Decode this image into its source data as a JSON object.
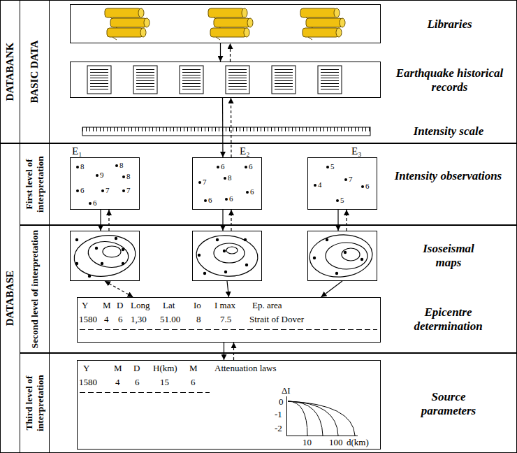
{
  "diagram": {
    "nodes": [
      {
        "text": [
          "DATABANK"
        ]
      },
      {
        "text": [
          "BASIC DATA"
        ],
        "in": 0
      },
      {
        "text": [
          "Libraries"
        ],
        "in": 1
      },
      {
        "text": [
          "Earthquake historical records"
        ],
        "in": 1
      },
      {
        "text": [
          "DATABASE"
        ]
      },
      {
        "text": [
          "First level of interpretation"
        ],
        "in": 4
      },
      {
        "text": [
          "E₁",
          "8",
          "8",
          "9",
          "8",
          "6",
          "7",
          "7",
          "6"
        ],
        "in": 5
      },
      {
        "text": [
          "E₂",
          "6",
          "6",
          "7",
          "8",
          "6",
          "6",
          "6"
        ],
        "in": 5
      },
      {
        "text": [
          "E₃",
          "5",
          "4",
          "7",
          "6",
          "5"
        ],
        "in": 5
      },
      {
        "text": [
          "Second level of interpretation"
        ],
        "in": 4
      },
      {
        "text": [],
        "in": 9
      },
      {
        "text": [],
        "in": 9
      },
      {
        "text": [],
        "in": 9
      },
      {
        "text": [
          "Y",
          "M",
          "D",
          "Long",
          "Lat",
          "Io",
          "I max",
          "Ep. area",
          "1580",
          "4",
          "6",
          "1,30",
          "51.00",
          "8",
          "7.5",
          "Strait of Dover"
        ],
        "in": 9
      },
      {
        "text": [
          "Third level of interpretation"
        ],
        "in": 4
      },
      {
        "text": [
          "Y",
          "M",
          "D",
          "H(km)",
          "M",
          "Attenuation laws",
          "1580",
          "4",
          "6",
          "15",
          "6",
          "ΔI",
          "0",
          "-1",
          "-2",
          "10",
          "100",
          "d(km)"
        ],
        "in": 14
      }
    ],
    "edges": [
      {
        "from": 2,
        "to": 3,
        "arrow": "to"
      },
      {
        "from": 3,
        "to": 2,
        "arrow": "to"
      },
      {
        "from": 3,
        "to": 7,
        "arrow": "to"
      },
      {
        "from": 7,
        "to": 3,
        "arrow": "to"
      },
      {
        "from": 6,
        "to": 10,
        "arrow": "to"
      },
      {
        "from": 10,
        "to": 6,
        "arrow": "to"
      },
      {
        "from": 7,
        "to": 11,
        "arrow": "to"
      },
      {
        "from": 11,
        "to": 7,
        "arrow": "to"
      },
      {
        "from": 8,
        "to": 12,
        "arrow": "to"
      },
      {
        "from": 12,
        "to": 8,
        "arrow": "to"
      },
      {
        "from": 10,
        "to": 13,
        "arrow": "both"
      },
      {
        "from": 11,
        "to": 13,
        "arrow": "to"
      },
      {
        "from": 12,
        "to": 13,
        "arrow": "to"
      },
      {
        "from": 13,
        "to": 15,
        "arrow": "to"
      },
      {
        "from": 15,
        "to": 13,
        "arrow": "to"
      }
    ],
    "labels": [
      "Intensity scale",
      "Intensity observations",
      "Isoseismal maps",
      "Epicentre determination",
      "Source parameters"
    ]
  }
}
